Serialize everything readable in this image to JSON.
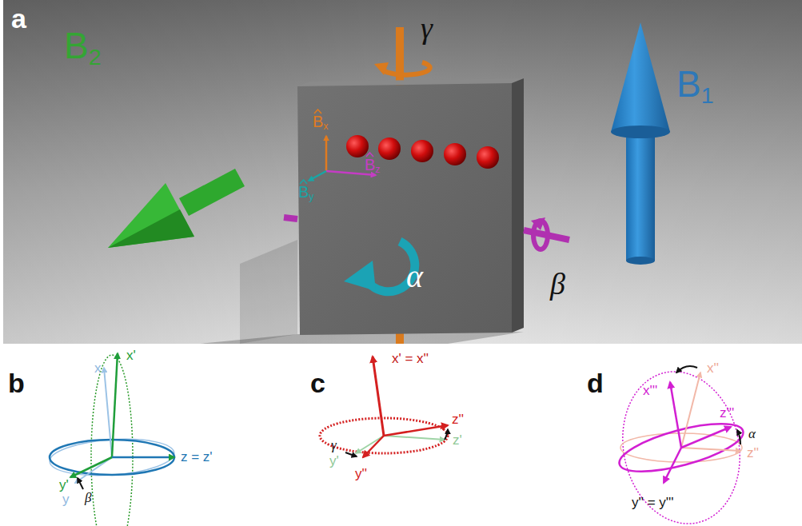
{
  "diagram": {
    "labels": [
      "a",
      "γ",
      "B1",
      "B2",
      "Bx",
      "By",
      "Bz",
      "α",
      "β",
      "b",
      "c",
      "d",
      "x'",
      "x",
      "z = z'",
      "y'",
      "y",
      "β",
      "x' = x''",
      "z''",
      "z'",
      "γ",
      "y'",
      "y''",
      "x'''",
      "x''",
      "z'''",
      "α",
      "z''",
      "y'' = y'''"
    ]
  }
}
